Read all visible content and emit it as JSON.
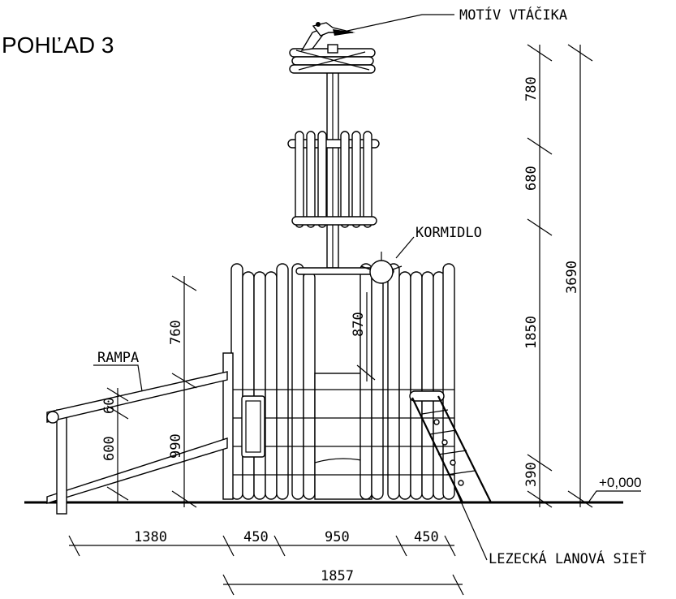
{
  "title": "POHĽAD 3",
  "labels": {
    "bird": "MOTÍV VTÁČIKA",
    "helm": "KORMIDLO",
    "ramp": "RAMPA",
    "net": "LEZECKÁ LANOVÁ SIEŤ",
    "level": "+0,000"
  },
  "dimensions": {
    "d780": "780",
    "d680": "680",
    "d1850": "1850",
    "d390": "390",
    "d3690": "3690",
    "d760": "760",
    "d870": "870",
    "d990": "990",
    "d60": "60",
    "d600": "600",
    "d1380": "1380",
    "d450a": "450",
    "d950": "950",
    "d450b": "450",
    "d1857": "1857"
  }
}
